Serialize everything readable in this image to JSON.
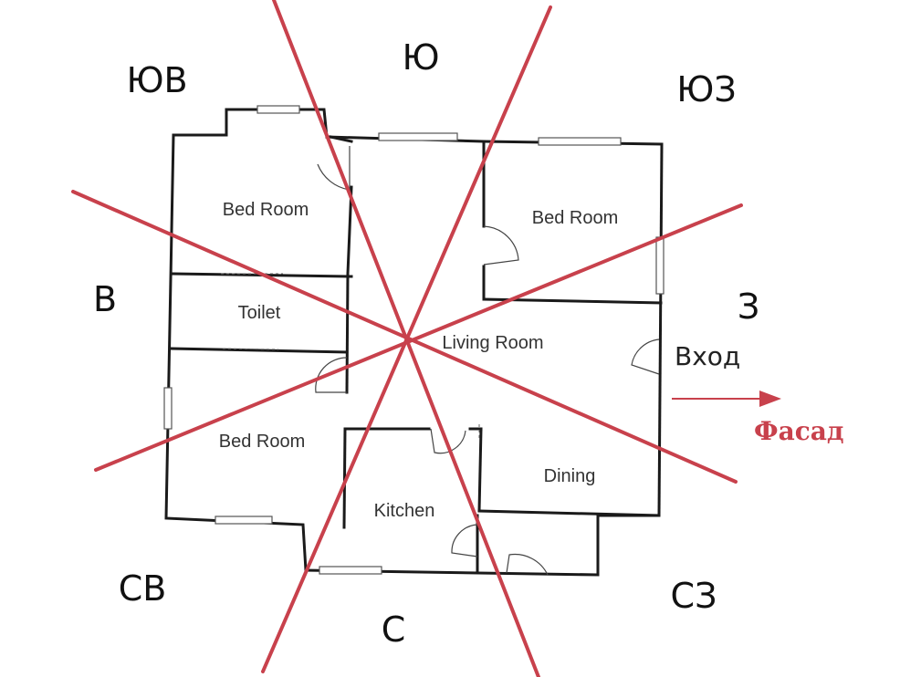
{
  "directions": {
    "se": "ЮВ",
    "s": "Ю",
    "sw": "ЮЗ",
    "e": "В",
    "w": "З",
    "ne": "СВ",
    "n": "С",
    "nw": "СЗ"
  },
  "rooms": {
    "bedroom_top_left": "Bed Room",
    "bedroom_top_right": "Bed Room",
    "toilet": "Toilet",
    "living_room": "Living Room",
    "bedroom_bottom_left": "Bed Room",
    "kitchen": "Kitchen",
    "dining": "Dining"
  },
  "entrance": {
    "label": "Вход",
    "facade_label": "Фасад"
  },
  "colors": {
    "axis_lines": "#c8414c",
    "walls": "#1a1a1a",
    "facade_text": "#c8414c"
  }
}
